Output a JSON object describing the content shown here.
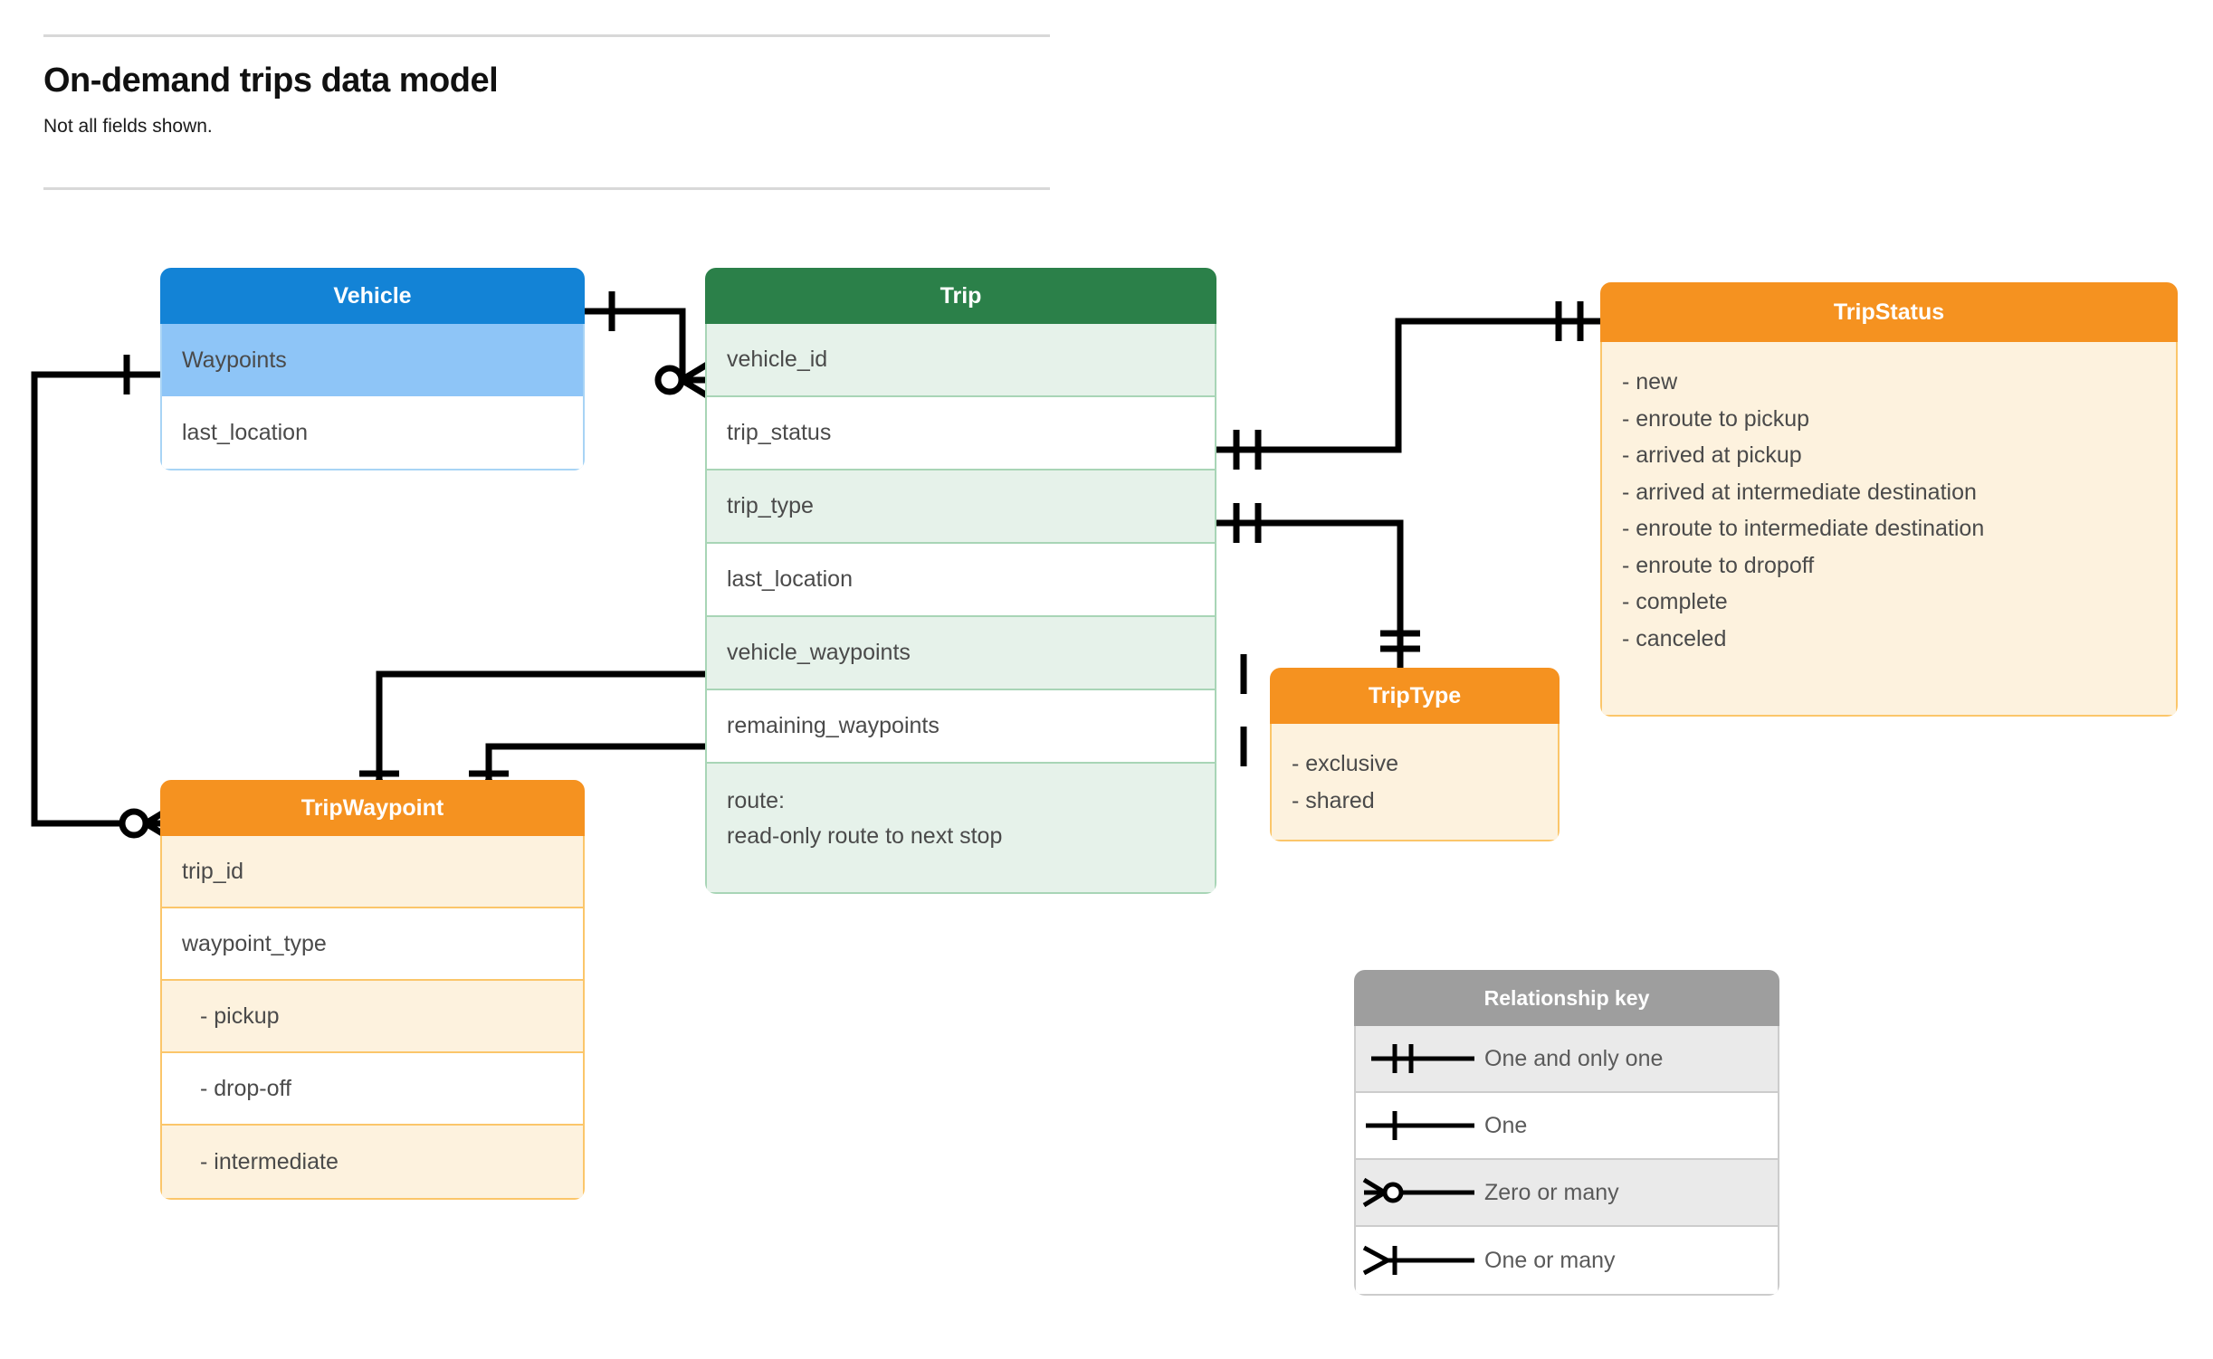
{
  "header": {
    "title": "On-demand trips data model",
    "subtitle": "Not all fields shown."
  },
  "colors": {
    "vehicle_header": "#1383d6",
    "vehicle_row_alt": "#8ec5f7",
    "vehicle_border": "#a8d4f5",
    "trip_header": "#2b8049",
    "trip_row_alt": "#e6f2ea",
    "trip_border": "#a8d5b6",
    "orange_header": "#f59220",
    "orange_row_alt": "#fdf2de",
    "orange_border": "#fbc66a",
    "legend_header": "#9e9e9e",
    "legend_row_alt": "#eaeaea",
    "text": "#4a4a4a",
    "line": "#000000"
  },
  "entities": {
    "vehicle": {
      "title": "Vehicle",
      "fields": [
        "Waypoints",
        "last_location"
      ]
    },
    "trip": {
      "title": "Trip",
      "fields": [
        "vehicle_id",
        "trip_status",
        "trip_type",
        "last_location",
        "vehicle_waypoints",
        "remaining_waypoints"
      ],
      "route_label": "route:",
      "route_desc": "read-only route to next stop"
    },
    "trip_status": {
      "title": "TripStatus",
      "values": [
        "- new",
        "- enroute to pickup",
        "- arrived at pickup",
        "- arrived at intermediate destination",
        "- enroute to intermediate destination",
        "- enroute to dropoff",
        "- complete",
        "- canceled"
      ]
    },
    "trip_type": {
      "title": "TripType",
      "values": [
        "- exclusive",
        "- shared"
      ]
    },
    "trip_waypoint": {
      "title": "TripWaypoint",
      "fields": [
        "trip_id",
        "waypoint_type"
      ],
      "waypoint_types": [
        "-  pickup",
        "-  drop-off",
        "-  intermediate"
      ]
    }
  },
  "legend": {
    "title": "Relationship key",
    "rows": [
      {
        "symbol": "one-and-only-one",
        "label": "One and only one"
      },
      {
        "symbol": "one",
        "label": "One"
      },
      {
        "symbol": "zero-or-many",
        "label": "Zero or many"
      },
      {
        "symbol": "one-or-many",
        "label": "One or many"
      }
    ]
  },
  "relationships": [
    {
      "from": "Vehicle",
      "from_card": "one",
      "to": "Trip.vehicle_id",
      "to_card": "zero-or-many"
    },
    {
      "from": "Vehicle.Waypoints",
      "from_card": "one",
      "to": "TripWaypoint",
      "to_card": "zero-or-many"
    },
    {
      "from": "Trip.trip_status",
      "from_card": "one-and-only-one",
      "to": "TripStatus",
      "to_card": "one-and-only-one"
    },
    {
      "from": "Trip.trip_type",
      "from_card": "one-and-only-one",
      "to": "TripType",
      "to_card": "one-and-only-one"
    },
    {
      "from": "Trip.vehicle_waypoints",
      "from_card": "one",
      "to": "TripWaypoint",
      "to_card": "one-or-many"
    },
    {
      "from": "Trip.remaining_waypoints",
      "from_card": "one",
      "to": "TripWaypoint",
      "to_card": "one-or-many"
    }
  ]
}
